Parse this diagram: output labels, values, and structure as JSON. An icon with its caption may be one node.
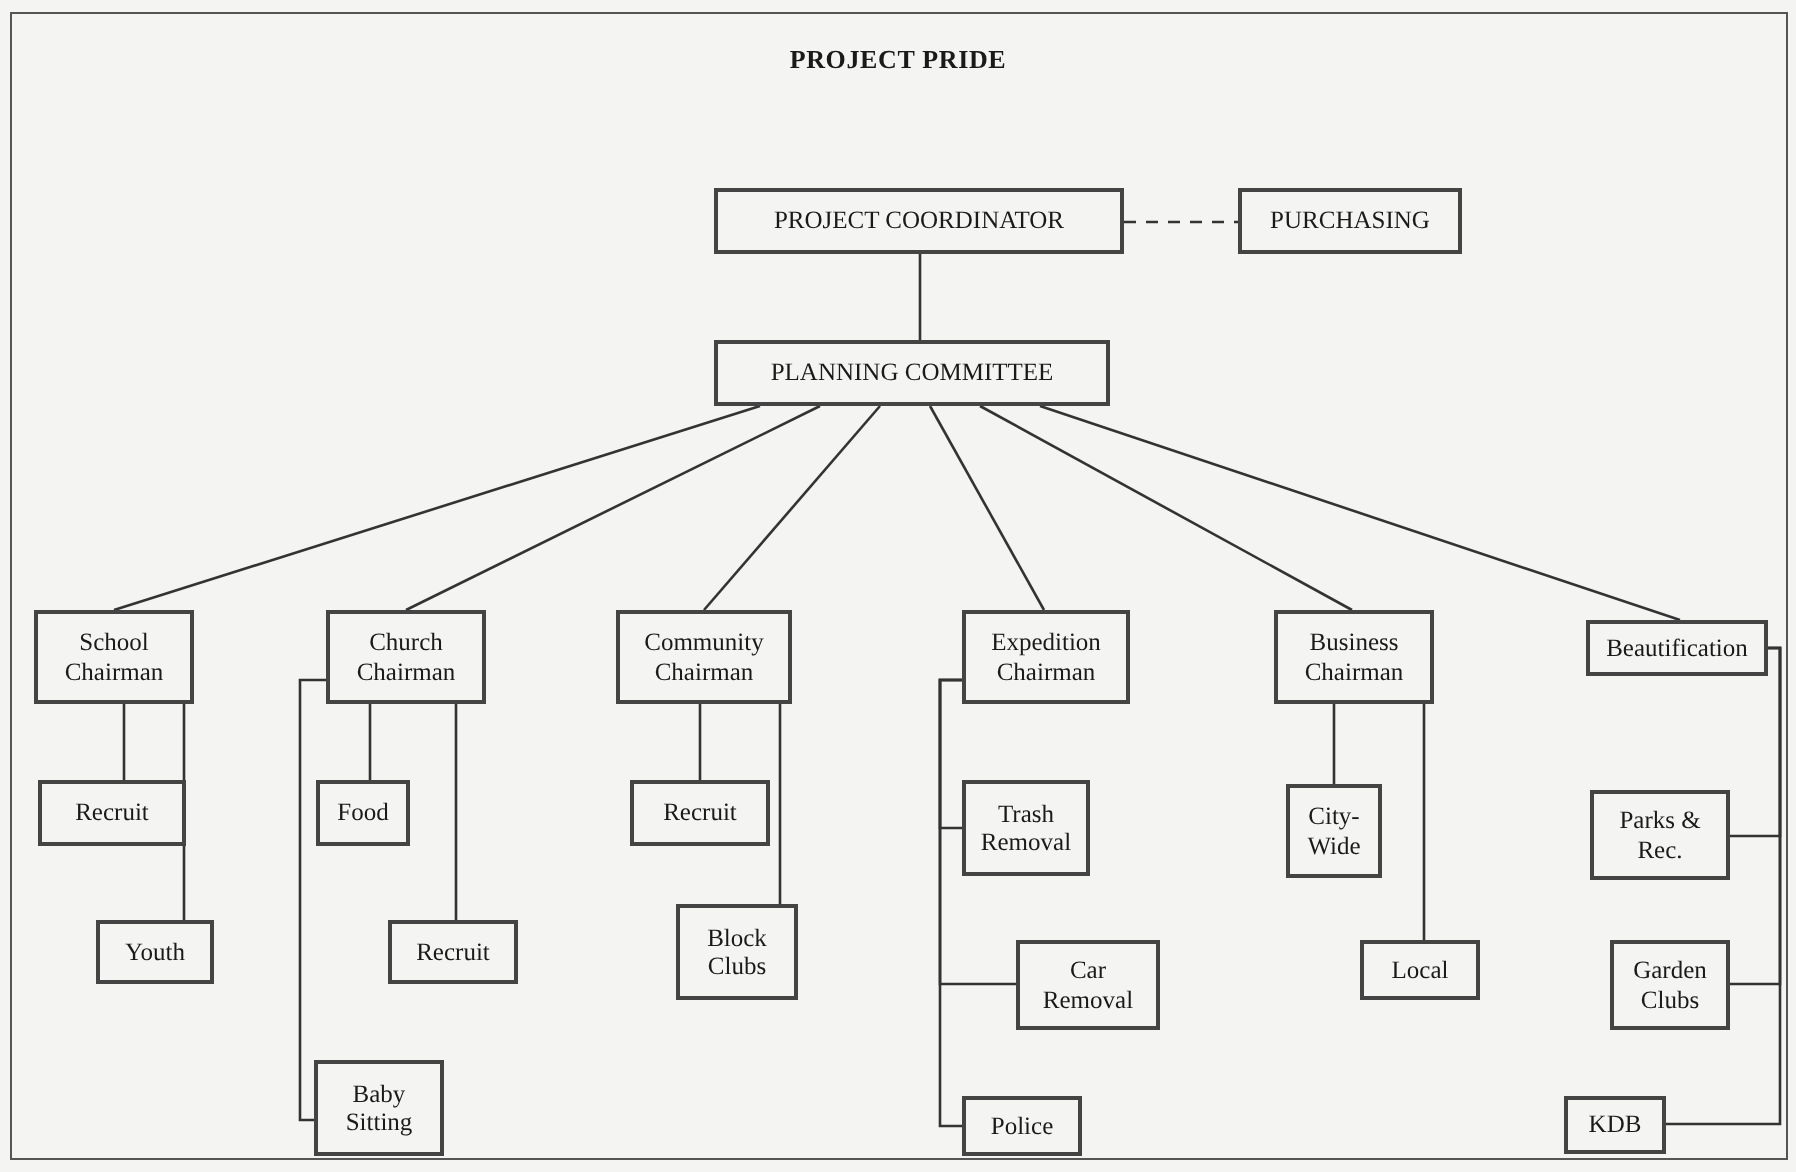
{
  "diagram": {
    "title": "PROJECT PRIDE",
    "nodes": [
      {
        "text": [
          "PROJECT COORDINATOR"
        ]
      },
      {
        "text": [
          "PURCHASING"
        ]
      },
      {
        "text": [
          "PLANNING COMMITTEE"
        ]
      },
      {
        "text": [
          "School Chairman"
        ]
      },
      {
        "text": [
          "Recruit"
        ]
      },
      {
        "text": [
          "Youth"
        ]
      },
      {
        "text": [
          "Church Chairman"
        ]
      },
      {
        "text": [
          "Food"
        ]
      },
      {
        "text": [
          "Recruit"
        ]
      },
      {
        "text": [
          "Baby Sitting"
        ]
      },
      {
        "text": [
          "Community Chairman"
        ]
      },
      {
        "text": [
          "Recruit"
        ]
      },
      {
        "text": [
          "Block Clubs"
        ]
      },
      {
        "text": [
          "Expedition Chairman"
        ]
      },
      {
        "text": [
          "Trash Removal"
        ]
      },
      {
        "text": [
          "Car Removal"
        ]
      },
      {
        "text": [
          "Police"
        ]
      },
      {
        "text": [
          "Business Chairman"
        ]
      },
      {
        "text": [
          "City-Wide"
        ]
      },
      {
        "text": [
          "Local"
        ]
      },
      {
        "text": [
          "Beautification"
        ]
      },
      {
        "text": [
          "Parks & Rec."
        ]
      },
      {
        "text": [
          "Garden Clubs"
        ]
      },
      {
        "text": [
          "KDB"
        ]
      }
    ],
    "edges": [
      {
        "from": 0,
        "to": 1,
        "arrow": "none",
        "style": "dashed"
      },
      {
        "from": 0,
        "to": 2,
        "arrow": "none"
      },
      {
        "from": 2,
        "to": 3,
        "arrow": "none"
      },
      {
        "from": 2,
        "to": 6,
        "arrow": "none"
      },
      {
        "from": 2,
        "to": 10,
        "arrow": "none"
      },
      {
        "from": 2,
        "to": 13,
        "arrow": "none"
      },
      {
        "from": 2,
        "to": 17,
        "arrow": "none"
      },
      {
        "from": 2,
        "to": 20,
        "arrow": "none"
      },
      {
        "from": 3,
        "to": 4,
        "arrow": "none"
      },
      {
        "from": 3,
        "to": 5,
        "arrow": "none"
      },
      {
        "from": 6,
        "to": 7,
        "arrow": "none"
      },
      {
        "from": 6,
        "to": 8,
        "arrow": "none"
      },
      {
        "from": 6,
        "to": 9,
        "arrow": "none"
      },
      {
        "from": 10,
        "to": 11,
        "arrow": "none"
      },
      {
        "from": 10,
        "to": 12,
        "arrow": "none"
      },
      {
        "from": 13,
        "to": 14,
        "arrow": "none"
      },
      {
        "from": 13,
        "to": 15,
        "arrow": "none"
      },
      {
        "from": 13,
        "to": 16,
        "arrow": "none"
      },
      {
        "from": 17,
        "to": 18,
        "arrow": "none"
      },
      {
        "from": 17,
        "to": 19,
        "arrow": "none"
      },
      {
        "from": 20,
        "to": 21,
        "arrow": "none"
      },
      {
        "from": 20,
        "to": 22,
        "arrow": "none"
      },
      {
        "from": 20,
        "to": 23,
        "arrow": "none"
      }
    ]
  }
}
